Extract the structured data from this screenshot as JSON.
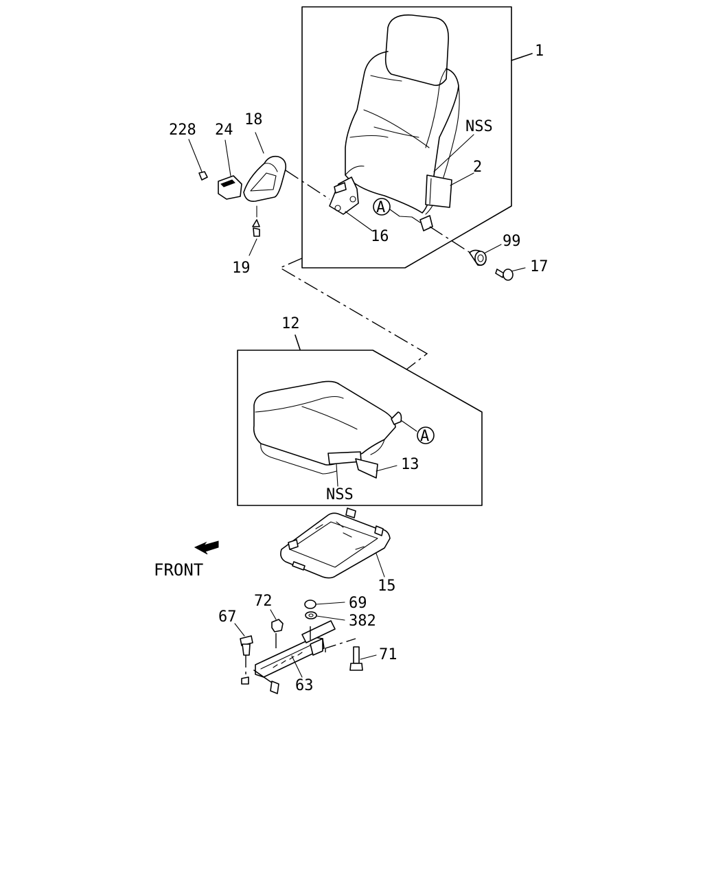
{
  "callouts": {
    "c1": "1",
    "c2": "2",
    "c12": "12",
    "c13": "13",
    "c15": "15",
    "c16": "16",
    "c17": "17",
    "c18": "18",
    "c19": "19",
    "c24": "24",
    "c63": "63",
    "c67": "67",
    "c69": "69",
    "c71": "71",
    "c72": "72",
    "c99": "99",
    "c228": "228",
    "c382": "382"
  },
  "nss_upper": "NSS",
  "nss_lower": "NSS",
  "ref_a_upper": "A",
  "ref_a_lower": "A",
  "front_label": "FRONT"
}
